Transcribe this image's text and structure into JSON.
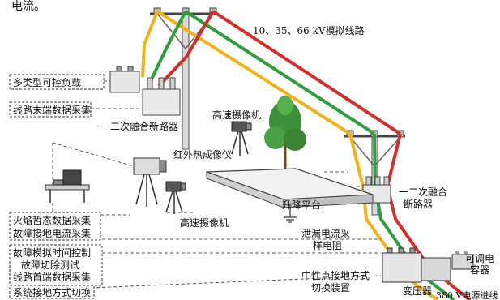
{
  "top_cutoff_text": "电流。",
  "line_label": "10、35、66 kV模拟线路",
  "left_boxes": {
    "loads": "多类型可控负载",
    "line_end_collect": "线路末端数据采集",
    "fire_collect": "火焰哲态数据采集",
    "fault_current_collect": "故障接地电流采集",
    "fault_time_control": "故障模拟时间控制",
    "fault_clear_test": "故障切除测试",
    "line_head_collect": "线路首端数据采集",
    "grounding_switch": "系统接地方式切换"
  },
  "labels": {
    "recloser_left": "一二次融合新路器",
    "high_speed_camera_top": "高速摄像机",
    "infrared_camera": "红外热成像仪",
    "high_speed_camera_bottom": "高速摄像机",
    "lift_platform": "升降平台",
    "leakage_resistor_line1": "泄漏电流采",
    "leakage_resistor_line2": "样电阻",
    "breaker_right_line1": "一二次融合",
    "breaker_right_line2": "断路器",
    "capacitor_line1": "可调电",
    "capacitor_line2": "容器",
    "neutral_line1": "中性点接地方式",
    "neutral_line2": "切换装置",
    "transformer": "变压器",
    "power_in": "380 V电源进线"
  },
  "colors": {
    "phase_yellow": "#f2b21b",
    "phase_green": "#2e9e3a",
    "phase_red": "#d42d2b",
    "dashed": "#555555"
  }
}
